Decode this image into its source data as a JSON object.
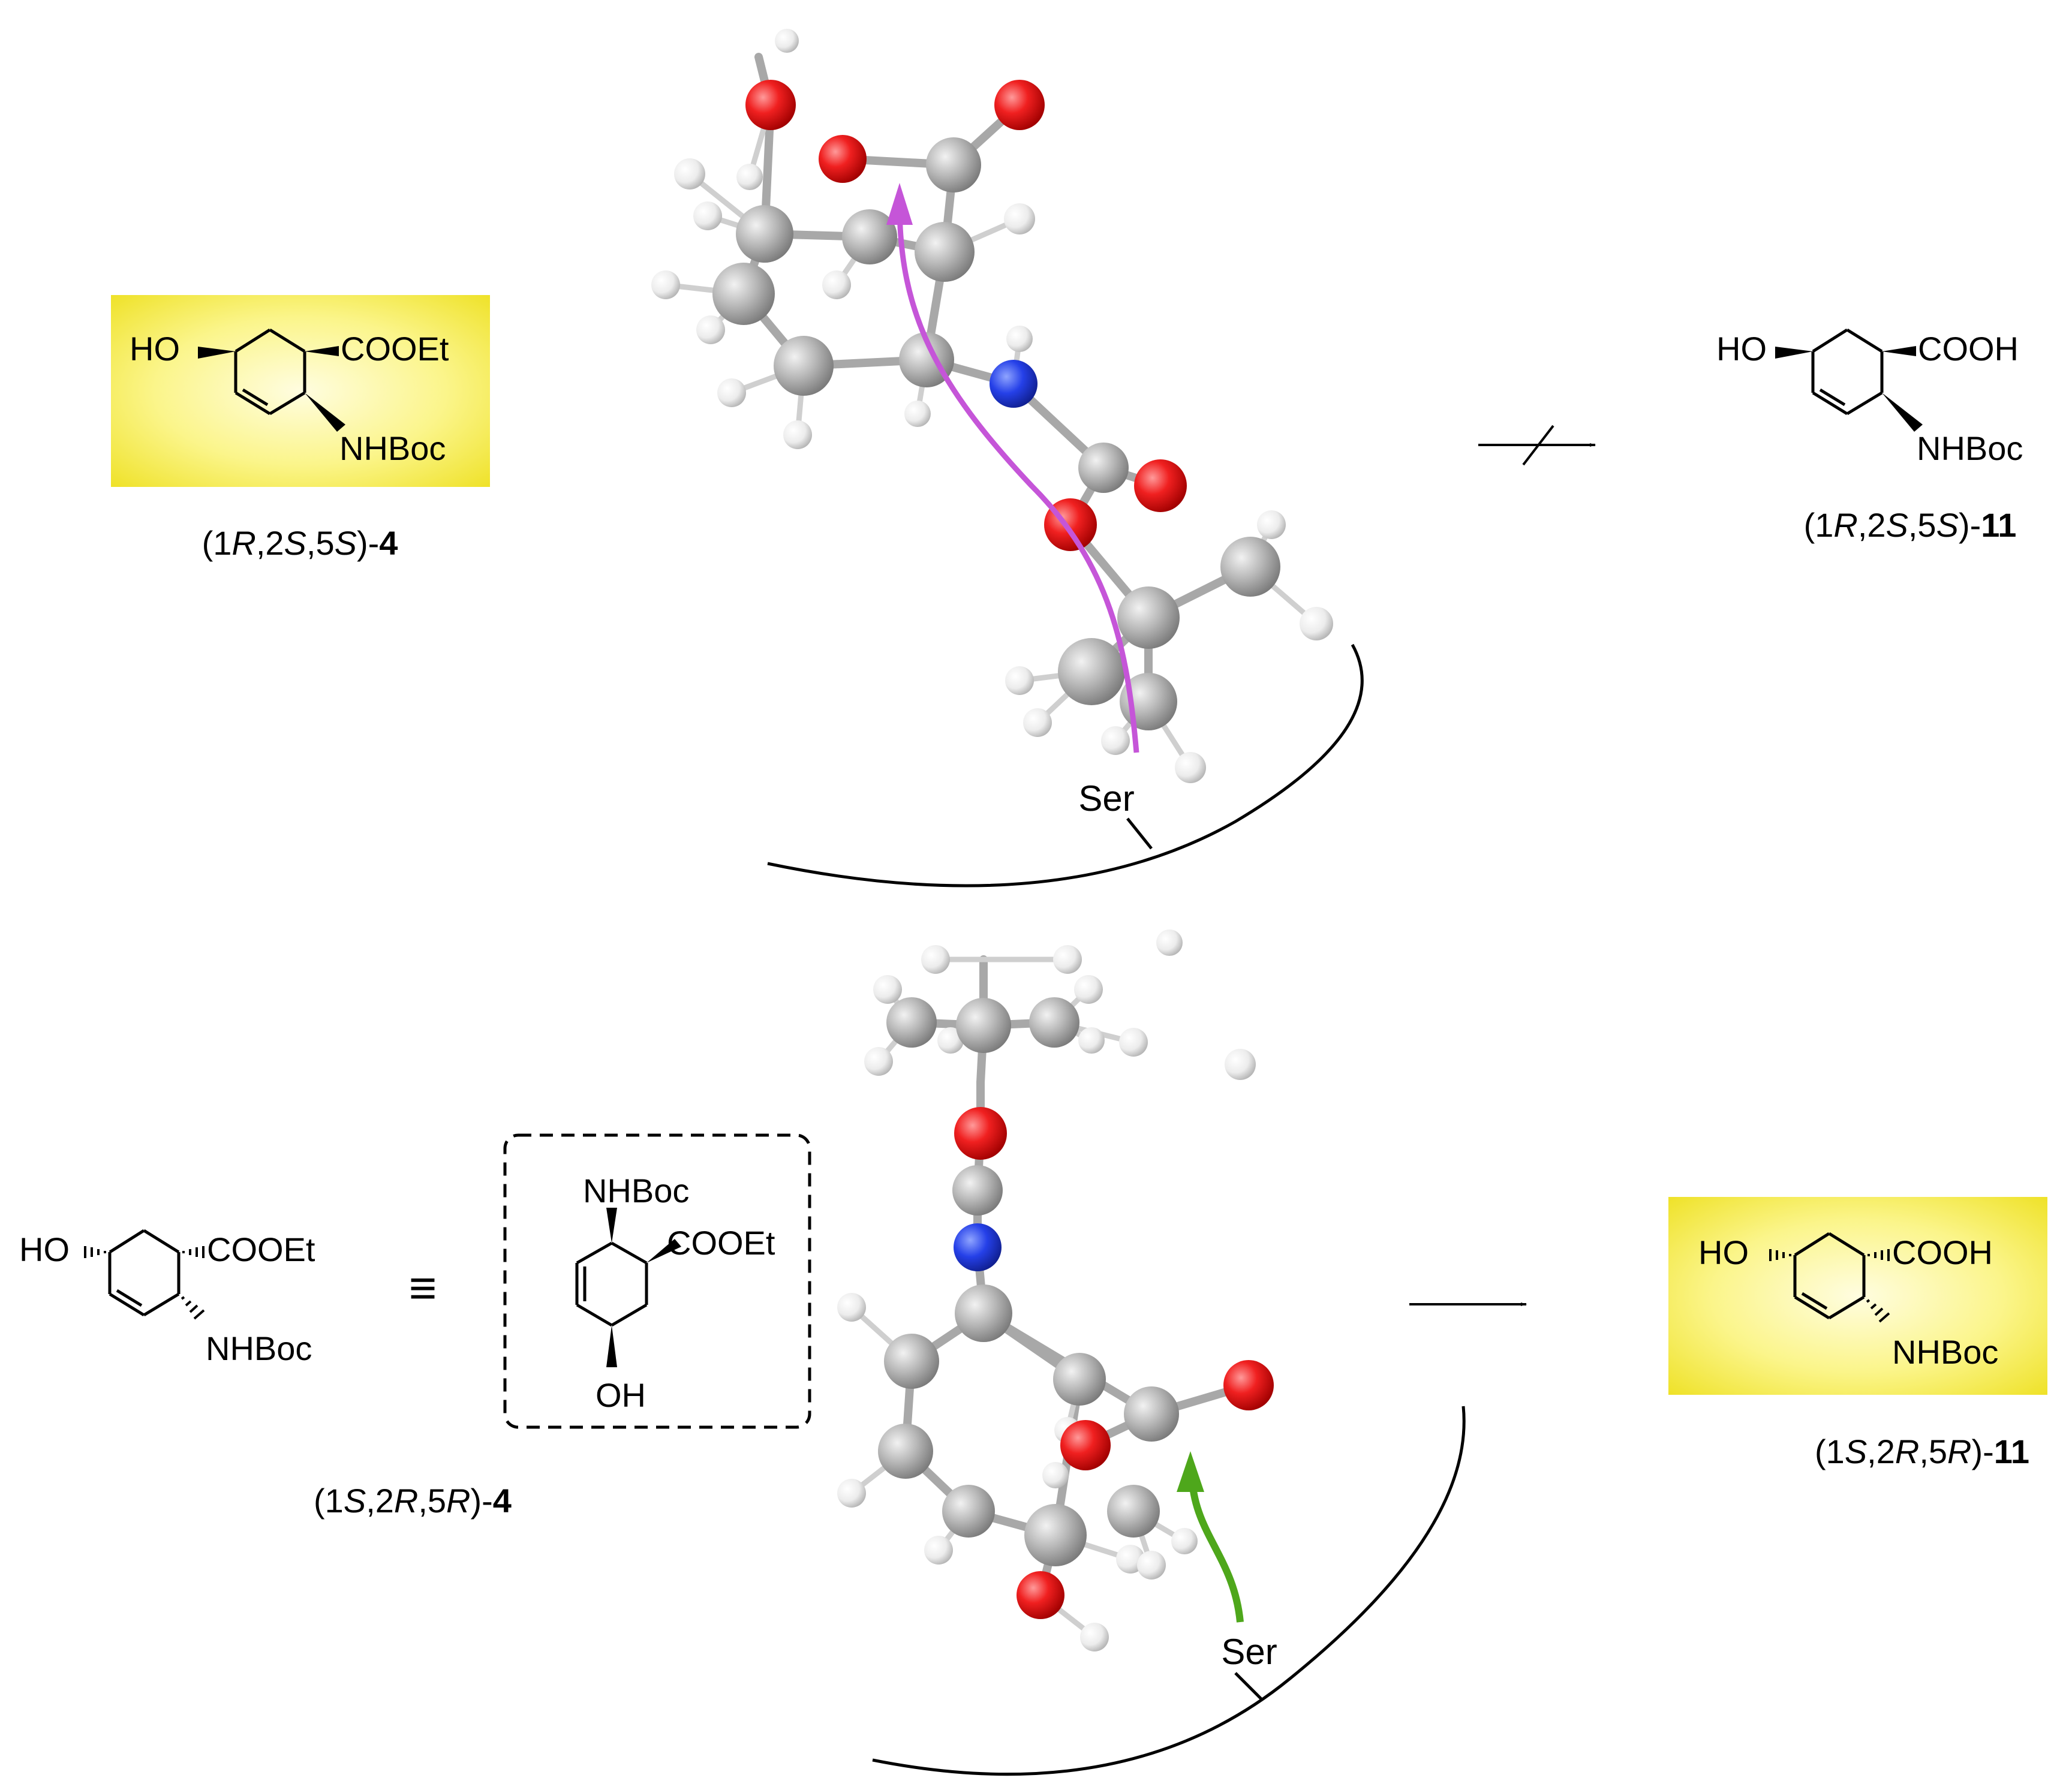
{
  "top": {
    "substrate": {
      "labels": {
        "ho": "HO",
        "cooet": "COOEt",
        "nhboc": "NHBoc"
      },
      "caption": {
        "pre": "(1",
        "r1": "R",
        "c1": ",2",
        "s1": "S",
        "c2": ",5",
        "s2": "S",
        "close": ")-",
        "num": "4"
      }
    },
    "product": {
      "labels": {
        "ho": "HO",
        "cooh": "COOH",
        "nhboc": "NHBoc"
      },
      "caption": {
        "pre": "(1",
        "r1": "R",
        "c1": ",2",
        "s1": "S",
        "c2": ",5",
        "s2": "S",
        "close": ")-",
        "num": "11"
      }
    },
    "enzyme_label": "Ser",
    "reaction": "blocked"
  },
  "bottom": {
    "substrate": {
      "labels": {
        "ho": "HO",
        "cooet": "COOEt",
        "nhboc": "NHBoc"
      },
      "caption": {
        "pre": "(1",
        "r1": "S",
        "c1": ",2",
        "s1": "R",
        "c2": ",5",
        "s2": "R",
        "close": ")-",
        "num": "4"
      }
    },
    "equivalent_symbol": "≡",
    "boxed_view": {
      "labels": {
        "nhboc": "NHBoc",
        "cooet": "COOEt",
        "oh": "OH"
      }
    },
    "product": {
      "labels": {
        "ho": "HO",
        "cooh": "COOH",
        "nhboc": "NHBoc"
      },
      "caption": {
        "pre": "(1",
        "r1": "S",
        "c1": ",2",
        "s1": "R",
        "c2": ",5",
        "s2": "R",
        "close": ")-",
        "num": "11"
      }
    },
    "enzyme_label": "Ser",
    "reaction": "proceeds"
  },
  "colors": {
    "oxygen": "#e8161b",
    "carbon": "#b7b7b7",
    "hydrogen": "#eeeeee",
    "nitrogen": "#2440e0",
    "attack_top": "#c555d8",
    "attack_bottom": "#4ea71b",
    "highlight": "#f3ea2a"
  }
}
